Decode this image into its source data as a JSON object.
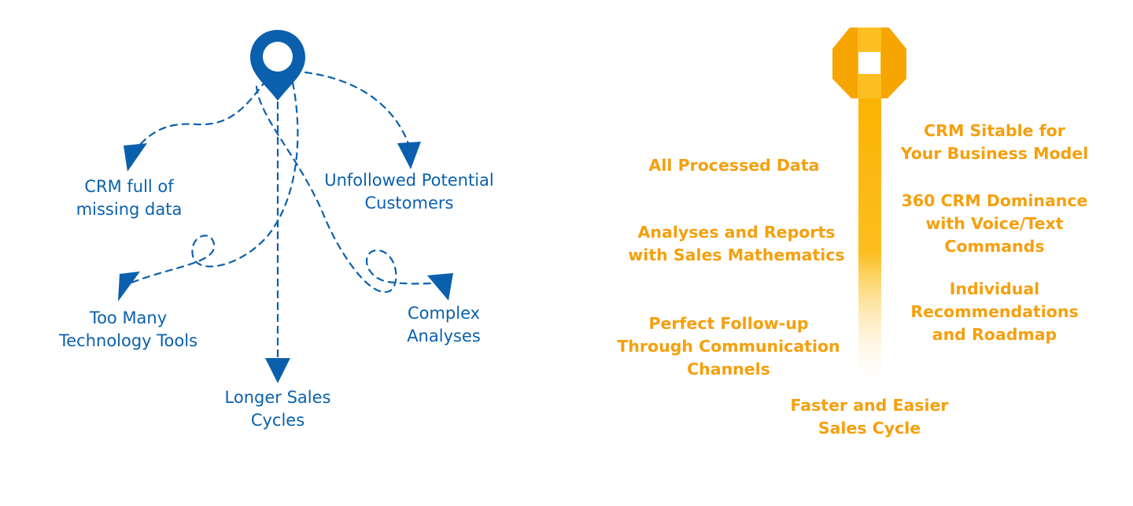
{
  "colors": {
    "blue": "#0a60ad",
    "orange": "#f5a00e",
    "orange_dark": "#f09a00",
    "orange_light": "#fcc22e"
  },
  "left": {
    "icon": "map-pin-icon",
    "labels": {
      "crm_missing": [
        "CRM full of",
        "missing data"
      ],
      "unfollowed": [
        "Unfollowed Potential",
        "Customers"
      ],
      "too_many_tools": [
        "Too Many",
        "Technology Tools"
      ],
      "complex": [
        "Complex",
        "Analyses"
      ],
      "longer_cycles": [
        "Longer Sales",
        "Cycles"
      ]
    }
  },
  "right": {
    "icon": "road-marker-icon",
    "labels": {
      "all_processed": [
        "All Processed Data"
      ],
      "analyses_reports": [
        "Analyses and Reports",
        "with Sales Mathematics"
      ],
      "perfect_followup": [
        "Perfect Follow-up",
        "Through Communication",
        "Channels"
      ],
      "crm_suitable": [
        "CRM Sitable for",
        "Your Business Model"
      ],
      "crm_360": [
        "360 CRM Dominance",
        "with Voice/Text",
        "Commands"
      ],
      "individual": [
        "Individual",
        "Recommendations",
        "and Roadmap"
      ],
      "faster": [
        "Faster and Easier",
        "Sales Cycle"
      ]
    }
  }
}
